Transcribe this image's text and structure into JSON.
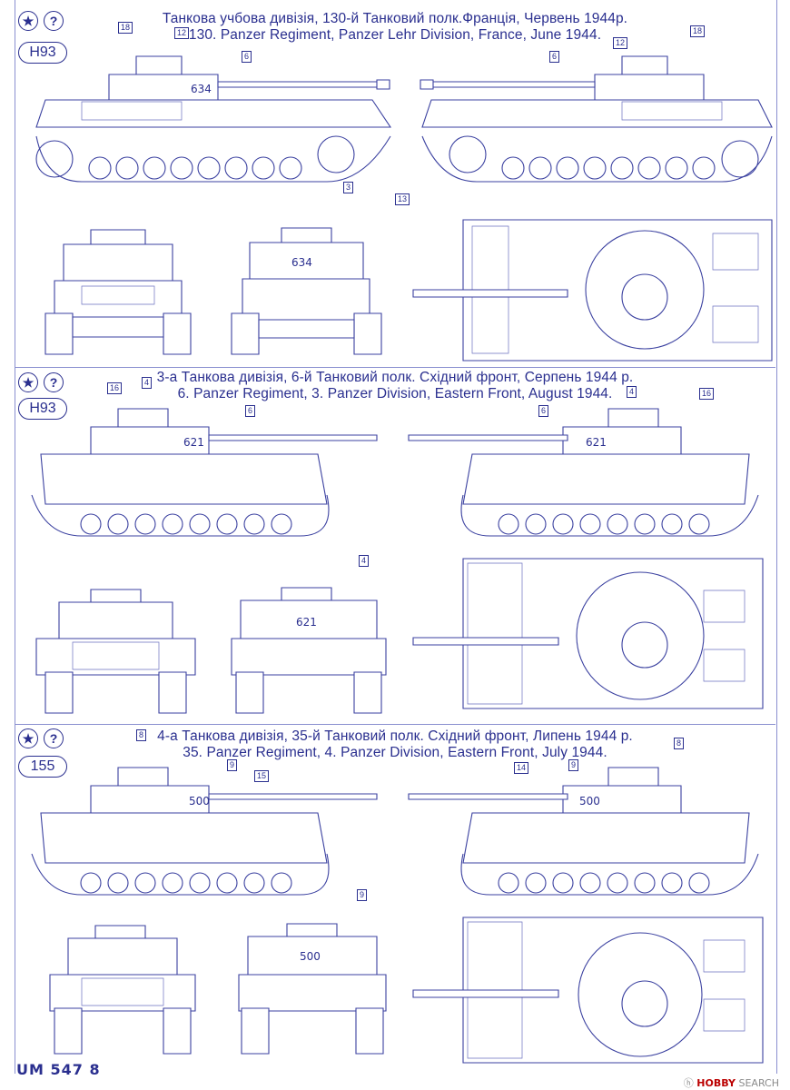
{
  "sections": [
    {
      "code": "H93",
      "title_ua": "Танкова учбова дивізія, 130-й Танковий полк.Франція, Червень 1944р.",
      "title_en": "130. Panzer Regiment, Panzer  Lehr Division, France, June 1944.",
      "marking": "634",
      "rear_marking": "634",
      "callouts": [
        "18",
        "12",
        "6",
        "6",
        "12",
        "18",
        "3",
        "13"
      ]
    },
    {
      "code": "H93",
      "title_ua": "3-а Танкова дивізія, 6-й Танковий полк. Східний фронт, Серпень 1944 р.",
      "title_en": "6. Panzer Regiment, 3. Panzer Division, Eastern Front,  August 1944.",
      "marking": "621",
      "rear_marking": "621",
      "callouts": [
        "16",
        "4",
        "6",
        "6",
        "4",
        "16",
        "4"
      ]
    },
    {
      "code": "155",
      "title_ua": "4-а Танкова дивізія, 35-й Танковий полк. Східний фронт, Липень 1944 р.",
      "title_en": "35. Panzer Regiment, 4. Panzer Division, Eastern Front,  July 1944.",
      "marking": "500",
      "rear_marking": "500",
      "callouts": [
        "8",
        "9",
        "15",
        "14",
        "9",
        "8",
        "9"
      ]
    }
  ],
  "badges": {
    "star": "★",
    "question": "?"
  },
  "footer": {
    "code": "UM 547 8"
  },
  "watermark": {
    "brand": "HOBBY",
    "text": "SEARCH",
    "symbol": "ⓗ"
  },
  "colors": {
    "ink": "#2a2f8f",
    "line": "#3b41a0",
    "paper": "#ffffff"
  },
  "icons": [
    "star-badge-icon",
    "question-badge-icon"
  ]
}
